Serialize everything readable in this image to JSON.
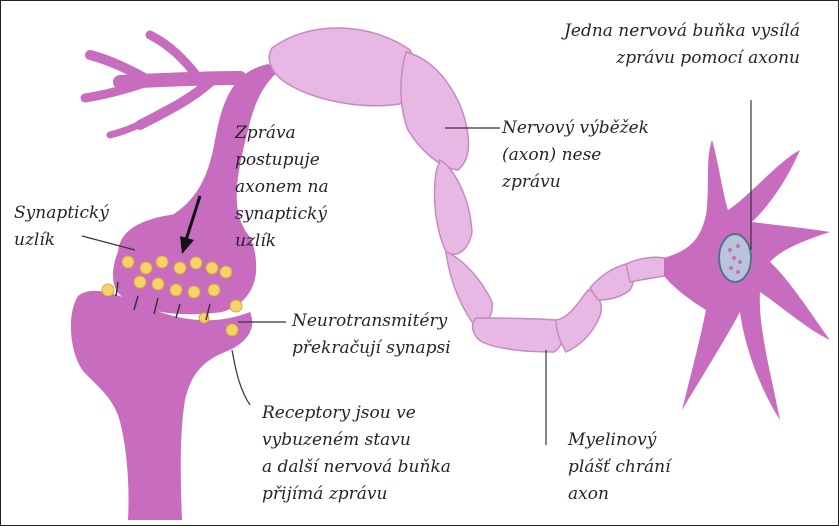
{
  "colors": {
    "neuron_fill": "#c86cc0",
    "neuron_dark": "#b154aa",
    "axon_fill": "#e8b8e4",
    "axon_edge": "#c889c2",
    "vesicle": "#f3d36a",
    "nucleus": "#8f9fbf",
    "label_text": "#2a1f2e"
  },
  "labels": {
    "sender_neuron": [
      "Jedna nervová buňka vysílá",
      "zprávu pomocí axonu"
    ],
    "axon": [
      "Nervový výběžek",
      "(axon) nese",
      "zprávu"
    ],
    "message_travel": [
      "Zpráva",
      "postupuje",
      "axonem na",
      "synaptický",
      "uzlík"
    ],
    "synaptic_knob": [
      "Synaptický",
      "uzlík"
    ],
    "neurotransmitters": [
      "Neurotransmitéry",
      "překračují synapsi"
    ],
    "receptors": [
      "Receptory jsou ve",
      "vybuzeném stavu",
      "a další nervová buňka",
      "přijímá zprávu"
    ],
    "myelin": [
      "Myelinový",
      "plášť chrání",
      "axon"
    ]
  }
}
